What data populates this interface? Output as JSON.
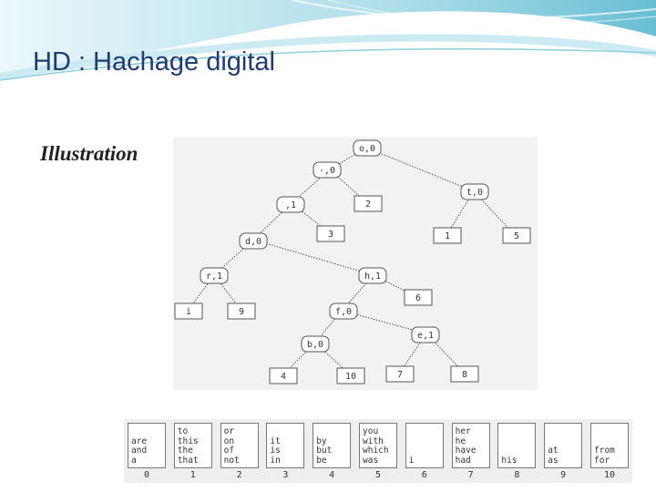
{
  "slide": {
    "title": "HD : Hachage digital",
    "subtitle": "Illustration"
  },
  "tree": {
    "nodes": [
      "o,0",
      "-,0",
      "t,0",
      ",1",
      "2",
      "d,0",
      "3",
      "1",
      "5",
      "r,1",
      "h,1",
      "6",
      "i",
      "9",
      "f,0",
      "e,1",
      "b,0",
      "4",
      "10",
      "7",
      "8"
    ]
  },
  "buckets": [
    {
      "index": "0",
      "words": [
        "are",
        "and",
        "a"
      ]
    },
    {
      "index": "1",
      "words": [
        "to",
        "this",
        "the",
        "that"
      ]
    },
    {
      "index": "2",
      "words": [
        "or",
        "on",
        "of",
        "not"
      ]
    },
    {
      "index": "3",
      "words": [
        "it",
        "is",
        "in"
      ]
    },
    {
      "index": "4",
      "words": [
        "by",
        "but",
        "be"
      ]
    },
    {
      "index": "5",
      "words": [
        "you",
        "with",
        "which",
        "was"
      ]
    },
    {
      "index": "6",
      "words": [
        "i"
      ]
    },
    {
      "index": "7",
      "words": [
        "her",
        "he",
        "have",
        "had"
      ]
    },
    {
      "index": "8",
      "words": [
        "his"
      ]
    },
    {
      "index": "9",
      "words": [
        "at",
        "as"
      ]
    },
    {
      "index": "10",
      "words": [
        "from",
        "for"
      ]
    }
  ],
  "colors": {
    "title": "#1f3c6e",
    "banner": "#5bb8d0"
  }
}
